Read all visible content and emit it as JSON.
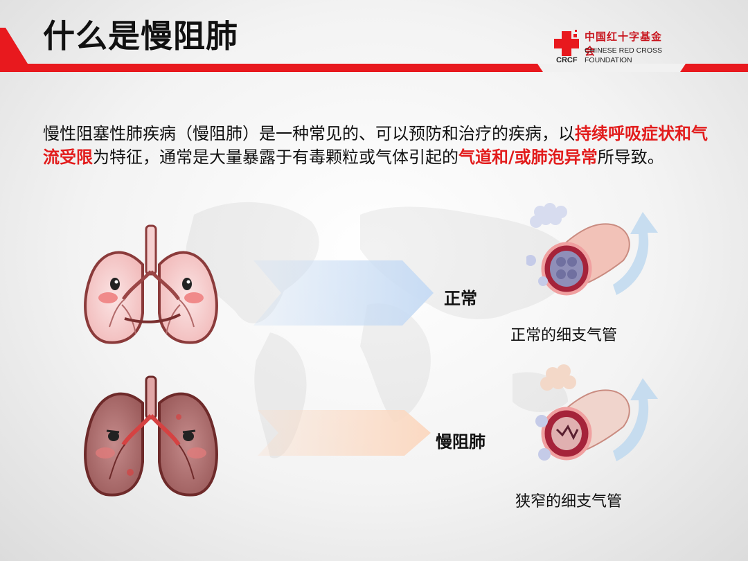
{
  "header": {
    "title": "什么是慢阻肺"
  },
  "logo": {
    "name_cn": "中国红十字基金会",
    "name_en_line1": "CHINESE RED CROSS",
    "name_en_line2": "FOUNDATION",
    "abbr": "CRCF",
    "icon": "red-cross-icon"
  },
  "intro": {
    "segments": [
      {
        "text": "慢性阻塞性肺疾病（慢阻肺）是一种常见的、可以预防和治疗的疾病，以",
        "highlight": false
      },
      {
        "text": "持续呼吸症状和气流受限",
        "highlight": true
      },
      {
        "text": "为特征，通常是大量暴露于有毒颗粒或气体引起的",
        "highlight": false
      },
      {
        "text": "气道和/或肺泡异常",
        "highlight": true
      },
      {
        "text": "所导致。",
        "highlight": false
      }
    ]
  },
  "comparison": {
    "normal": {
      "label": "正常",
      "caption": "正常的细支气管"
    },
    "copd": {
      "label": "慢阻肺",
      "caption": "狭窄的细支气管"
    }
  },
  "colors": {
    "accent_red": "#e21c1c",
    "bar_red": "#e8191e",
    "arrow_blue": "#c8dcf4",
    "arrow_peach": "#fbd9c2"
  }
}
